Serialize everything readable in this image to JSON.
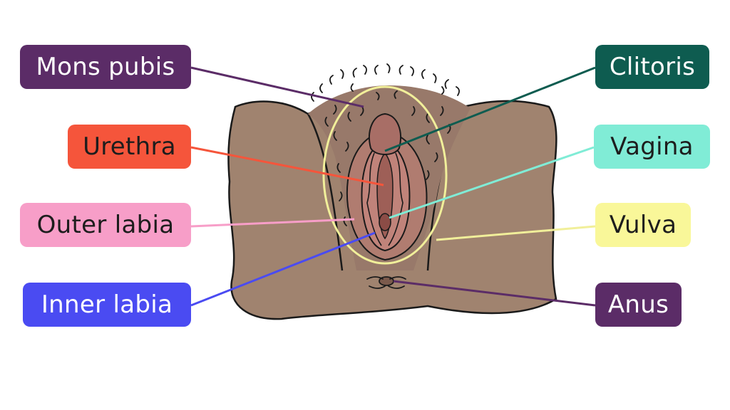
{
  "labels": {
    "mons_pubis": {
      "text": "Mons pubis",
      "bg": "#5b2c67",
      "fg": "#ffffff"
    },
    "urethra": {
      "text": "Urethra",
      "bg": "#f5553b",
      "fg": "#1d1d1d"
    },
    "outer_labia": {
      "text": "Outer labia",
      "bg": "#f79ec8",
      "fg": "#1d1d1d"
    },
    "inner_labia": {
      "text": "Inner labia",
      "bg": "#4a4bf2",
      "fg": "#ffffff"
    },
    "clitoris": {
      "text": "Clitoris",
      "bg": "#0e5c50",
      "fg": "#ffffff"
    },
    "vagina": {
      "text": "Vagina",
      "bg": "#80ecd6",
      "fg": "#1d1d1d"
    },
    "vulva": {
      "text": "Vulva",
      "bg": "#f9f799",
      "fg": "#1d1d1d"
    },
    "anus": {
      "text": "Anus",
      "bg": "#5b2c67",
      "fg": "#ffffff"
    }
  },
  "colors": {
    "skin": "#a0836f",
    "skin_dark": "#8a6c5c",
    "inner": "#c0837a",
    "inner_dark": "#9e5f57",
    "outline": "#1a1a1a",
    "vulva_outline": "#f1ef9a"
  }
}
